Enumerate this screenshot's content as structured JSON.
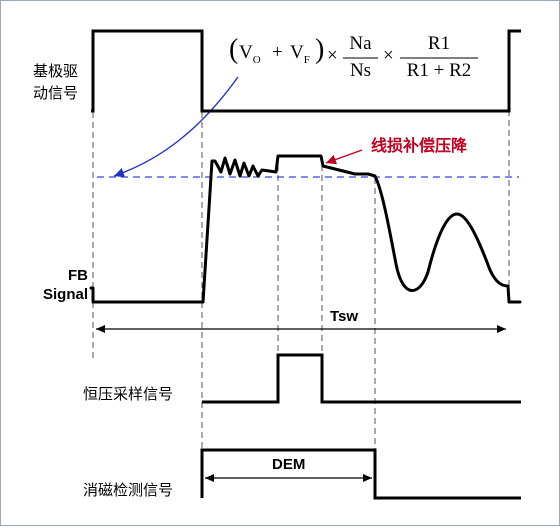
{
  "labels": {
    "gate_drive_line1": "基极驱",
    "gate_drive_line2": "动信号",
    "fb_line1": "FB",
    "fb_line2": "Signal",
    "cv_sample": "恒压采样信号",
    "demag_detect": "消磁检测信号",
    "tsw": "Tsw",
    "dem": "DEM",
    "line_loss_comp": "线损补偿压降"
  },
  "formula": {
    "left_paren": "(",
    "vo_base": "V",
    "vo_sub": "O",
    "plus": "+",
    "vf_base": "V",
    "vf_sub": "F",
    "right_paren": ")",
    "times1": "×",
    "na": "Na",
    "ns": "Ns",
    "times2": "×",
    "r1_num": "R1",
    "r1_den": "R1 + R2"
  },
  "colors": {
    "signal": "#000000",
    "dashed_guide": "#555555",
    "reference_level": "#3344dd",
    "pointer_arrow": "#2233cc",
    "annotation": "#c0001e",
    "border": "#9aa8b8"
  }
}
